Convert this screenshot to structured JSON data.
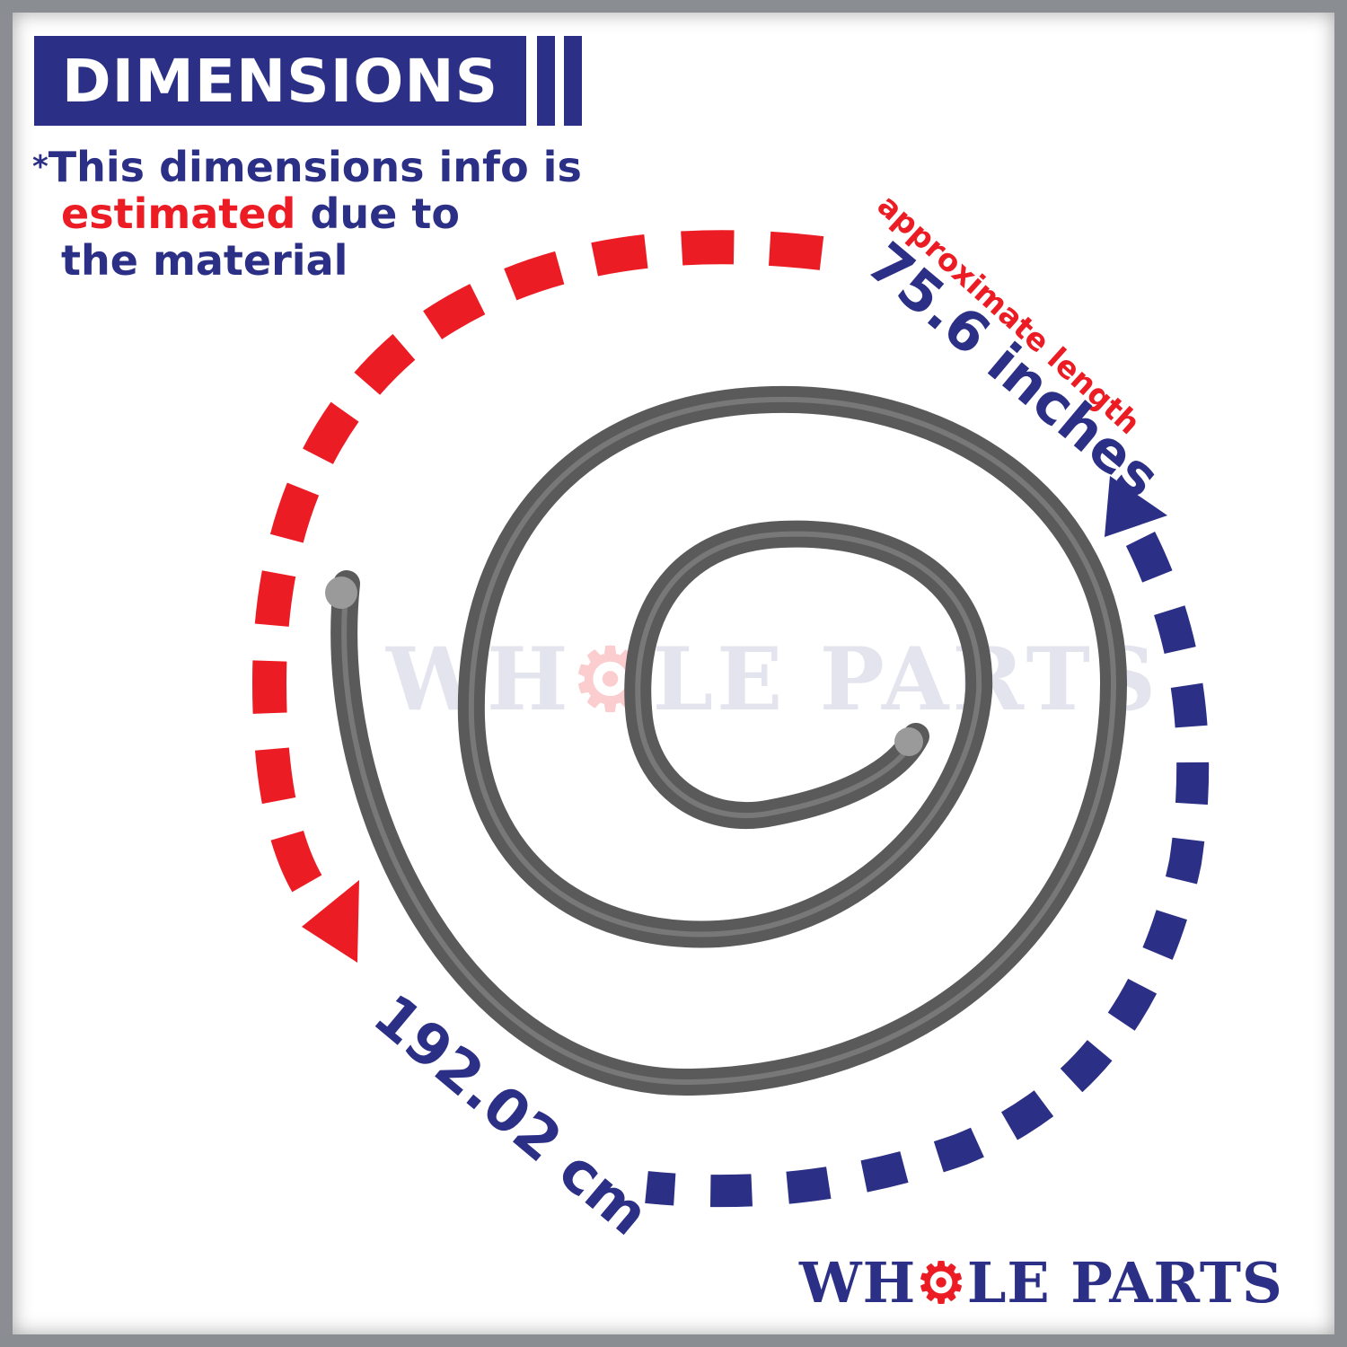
{
  "header": {
    "title": "DIMENSIONS"
  },
  "note": {
    "asterisk": "*",
    "line1": "This dimensions info is",
    "highlight": "estimated",
    "line2_rest": " due to",
    "line3": "the material"
  },
  "measurements": {
    "qualifier": "approximate length",
    "inches": "75.6 inches",
    "centimeters": "192.02 cm"
  },
  "watermark": {
    "part1": "WH",
    "gear": "⚙",
    "part2": "LE PARTS"
  },
  "brand": {
    "part1": "WH",
    "gear": "⚙",
    "part2": "LE PARTS"
  },
  "colors": {
    "navy": "#2b2f86",
    "red": "#ec1c24",
    "gasket": "#5a5a5a"
  },
  "icons": {
    "arrow_down": "arrow-down-icon",
    "arrow_up": "arrow-up-icon",
    "gear": "gear-icon"
  }
}
